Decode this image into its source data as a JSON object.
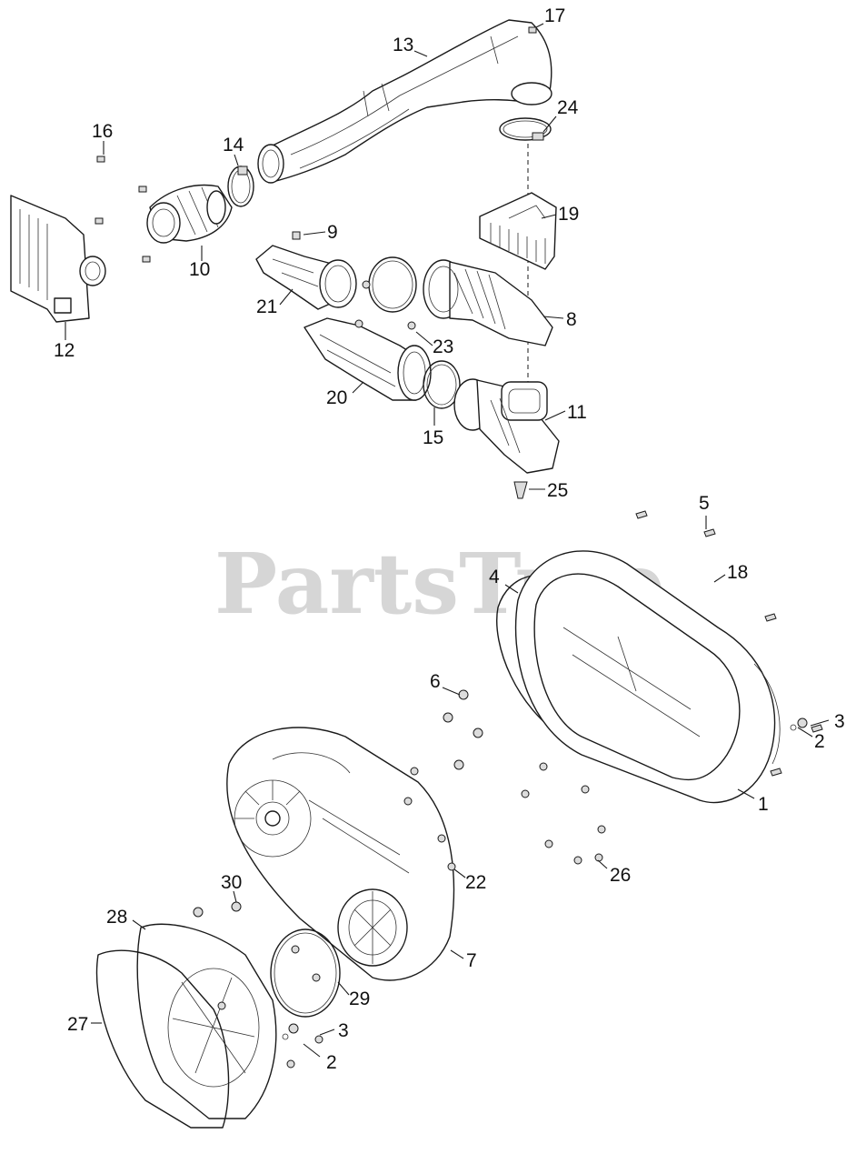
{
  "diagram": {
    "watermark": "PartsTree",
    "callouts": [
      {
        "label": "17"
      },
      {
        "label": "13"
      },
      {
        "label": "16"
      },
      {
        "label": "14"
      },
      {
        "label": "24"
      },
      {
        "label": "19"
      },
      {
        "label": "9"
      },
      {
        "label": "10"
      },
      {
        "label": "12"
      },
      {
        "label": "21"
      },
      {
        "label": "8"
      },
      {
        "label": "23"
      },
      {
        "label": "20"
      },
      {
        "label": "15"
      },
      {
        "label": "11"
      },
      {
        "label": "25"
      },
      {
        "label": "5"
      },
      {
        "label": "18"
      },
      {
        "label": "4"
      },
      {
        "label": "6"
      },
      {
        "label": "3"
      },
      {
        "label": "2"
      },
      {
        "label": "1"
      },
      {
        "label": "22"
      },
      {
        "label": "26"
      },
      {
        "label": "30"
      },
      {
        "label": "28"
      },
      {
        "label": "7"
      },
      {
        "label": "29"
      },
      {
        "label": "27"
      },
      {
        "label": "3"
      },
      {
        "label": "2"
      }
    ]
  }
}
